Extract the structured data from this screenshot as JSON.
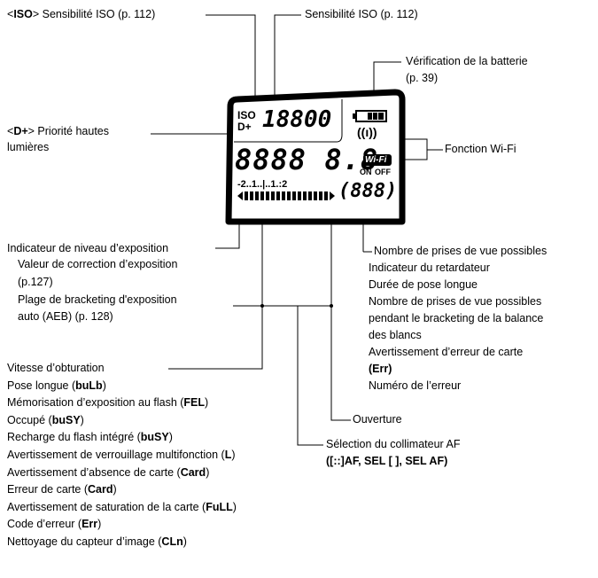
{
  "top": {
    "iso_label_prefix": "<",
    "iso_label_icon": "ISO",
    "iso_label_suffix": "> Sensibilité ISO (p. 112)",
    "iso_right": "Sensibilité ISO (p. 112)",
    "battery": [
      "Vérification de la batterie",
      "(p. 39)"
    ]
  },
  "left": {
    "highlight_prefix": "<",
    "highlight_icon": "D+",
    "highlight_suffix": "> Priorité hautes",
    "highlight_line2": "lumières"
  },
  "wifi_label": "Fonction Wi-Fi",
  "lcd": {
    "iso_text_1": "ISO",
    "iso_text_2": "D+",
    "iso_value": "18800",
    "main_digits": "8888 8.8",
    "wifi_badge": "Wi-Fi",
    "wifi_on": "ON",
    "wifi_off": "OFF",
    "shots": "888",
    "scale_text": "-2..1..|..1.:2",
    "antenna": "((ı))"
  },
  "exposure_block": [
    "Indicateur de niveau d’exposition",
    "Valeur de correction d’exposition",
    "(p.127)",
    "Plage de bracketing d'exposition",
    "auto (AEB) (p. 128)"
  ],
  "right_block": [
    "Nombre de prises de vue possibles",
    "Indicateur du retardateur",
    "Durée de pose longue",
    "Nombre de prises de vue possibles",
    "pendant le bracketing de la balance",
    "des blancs",
    "Avertissement d’erreur de carte",
    "(Err)",
    "Numéro de l’erreur"
  ],
  "ouverture": "Ouverture",
  "af_select": [
    "Sélection du collimateur AF",
    "([::]AF, SEL [ ], SEL AF)"
  ],
  "bottom_block": [
    {
      "pre": "Vitesse d’obturation",
      "bold": "",
      "post": ""
    },
    {
      "pre": "Pose longue (",
      "bold": "buLb",
      "post": ")"
    },
    {
      "pre": "Mémorisation d’exposition au flash (",
      "bold": "FEL",
      "post": ")"
    },
    {
      "pre": "Occupé (",
      "bold": "buSY",
      "post": ")"
    },
    {
      "pre": "Recharge du flash intégré (",
      "bold": "buSY",
      "post": ")"
    },
    {
      "pre": "Avertissement de verrouillage multifonction (",
      "bold": "L",
      "post": ")"
    },
    {
      "pre": "Avertissement d’absence de carte (",
      "bold": "Card",
      "post": ")"
    },
    {
      "pre": "Erreur de carte (",
      "bold": "Card",
      "post": ")"
    },
    {
      "pre": "Avertissement de saturation de la carte (",
      "bold": "FuLL",
      "post": ")"
    },
    {
      "pre": "Code d’erreur (",
      "bold": "Err",
      "post": ")"
    },
    {
      "pre": "Nettoyage du capteur d’image (",
      "bold": "CLn",
      "post": ")"
    }
  ]
}
